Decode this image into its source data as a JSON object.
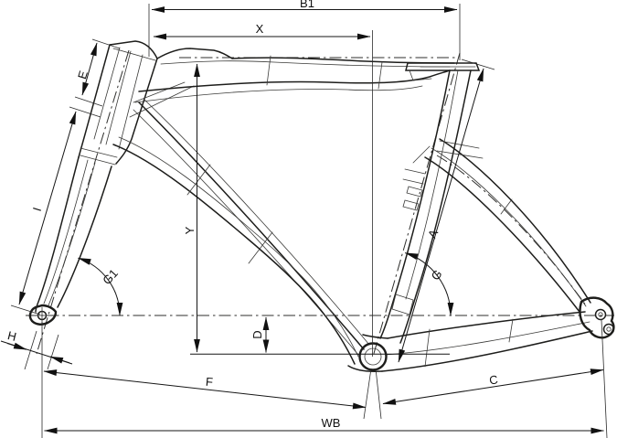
{
  "diagram": {
    "subject": "bicycle frame geometry technical line drawing",
    "colors": {
      "line": "#1d1d1b",
      "dimension": "#161616",
      "background": "#ffffff"
    }
  },
  "dims": {
    "B1": "B1",
    "X": "X",
    "E": "E",
    "I": "I",
    "Y": "Y",
    "D": "D",
    "H": "H",
    "G1": "G1",
    "G": "G",
    "A": "A",
    "F": "F",
    "C": "C",
    "WB": "WB"
  }
}
